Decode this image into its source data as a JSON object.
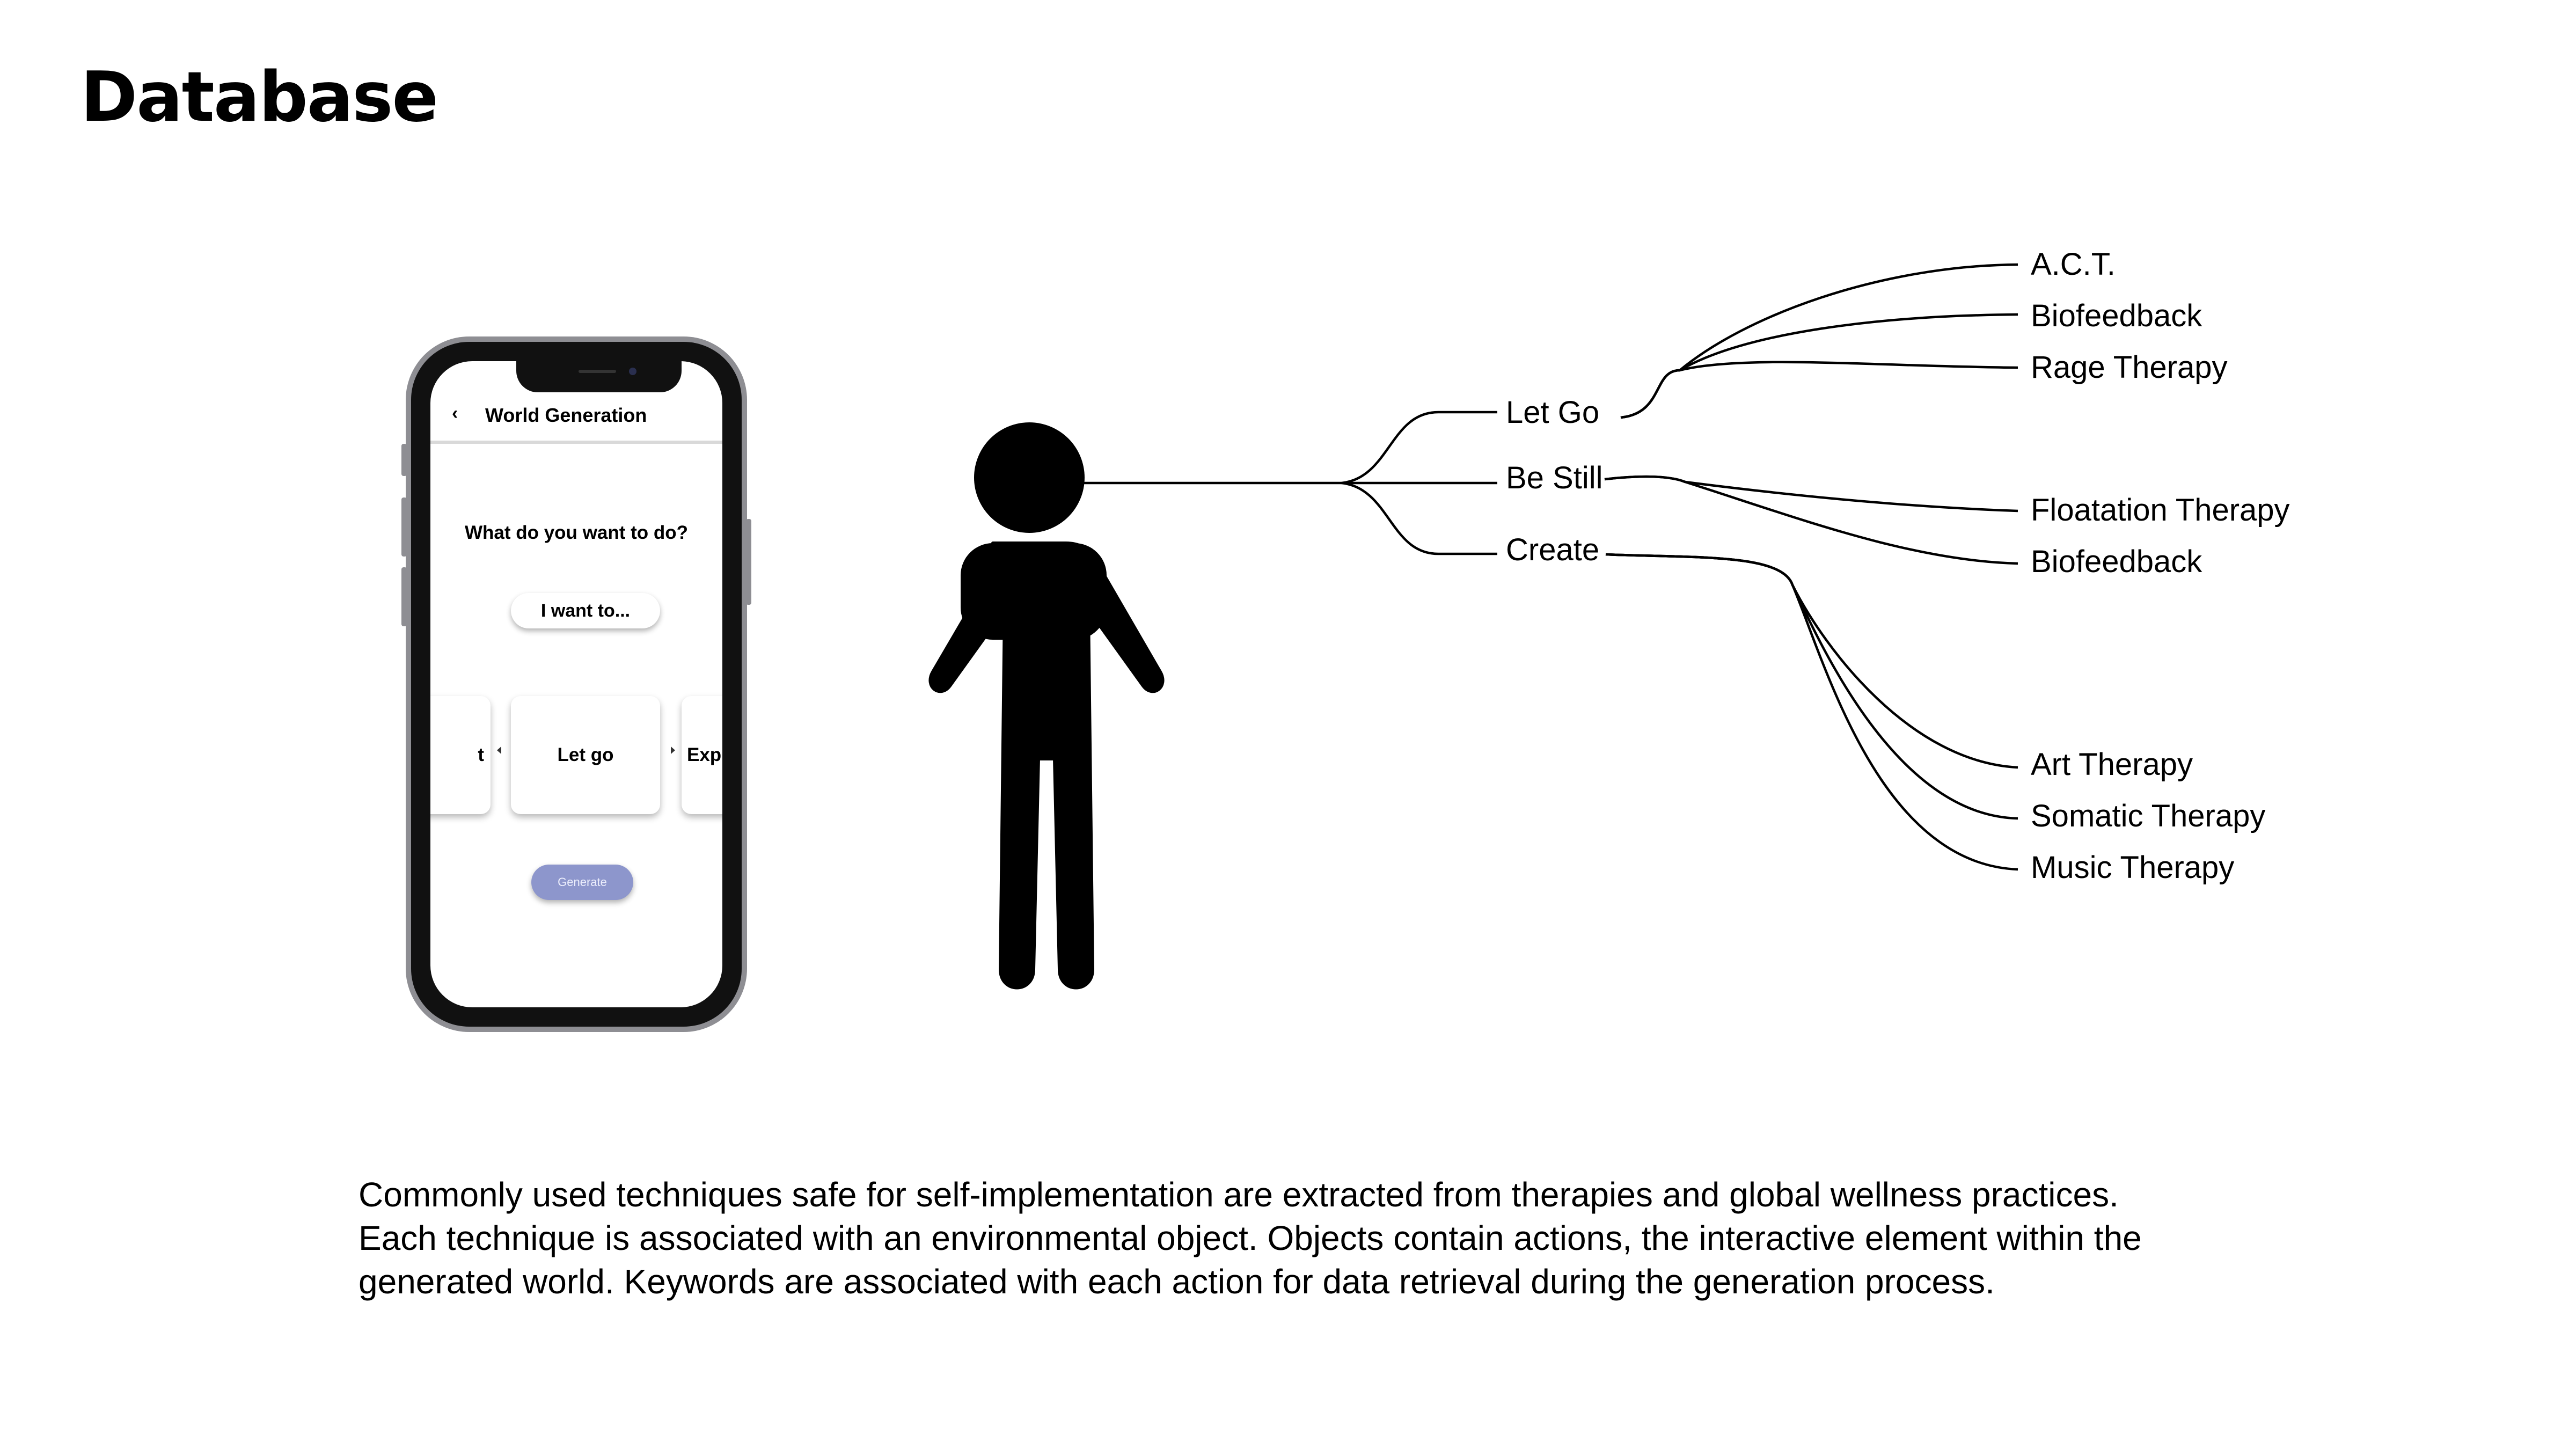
{
  "page": {
    "title": "Database"
  },
  "phone": {
    "screen_title": "World Generation",
    "question": "What do you want to do?",
    "input_pill": "I want to...",
    "cards": {
      "left": "t",
      "center": "Let go",
      "right": "Expre"
    },
    "generate_label": "Generate"
  },
  "person_icon": "person-silhouette-icon",
  "tree": {
    "categories": [
      {
        "label": "Let Go",
        "techniques": [
          "A.C.T.",
          "Biofeedback",
          "Rage Therapy"
        ]
      },
      {
        "label": "Be Still",
        "techniques": [
          "Floatation Therapy",
          "Biofeedback"
        ]
      },
      {
        "label": "Create",
        "techniques": [
          "Art Therapy",
          "Somatic Therapy",
          "Music Therapy"
        ]
      }
    ]
  },
  "description": {
    "lines": [
      "Commonly used techniques safe for self-implementation are extracted from therapies and global wellness practices.",
      "Each technique is associated with an environmental object. Objects contain actions, the interactive element within the",
      "generated world. Keywords are associated with each action for data retrieval during the generation process."
    ]
  }
}
